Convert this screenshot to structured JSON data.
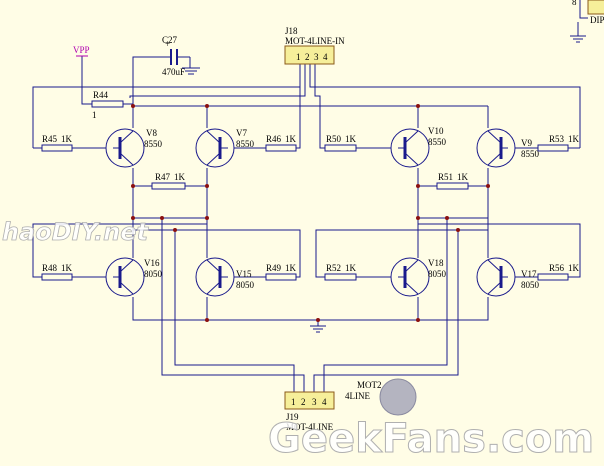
{
  "title_corner": "DIP",
  "pin_corner": "8",
  "vpp": "VPP",
  "c27": {
    "ref": "C27",
    "value": "470uF"
  },
  "r44": {
    "ref": "R44",
    "value": "1"
  },
  "j18": {
    "ref": "J18",
    "value": "MOT-4LINE-IN",
    "pins": [
      "1",
      "2",
      "3",
      "4"
    ]
  },
  "j19": {
    "ref": "J19",
    "value": "MOT-4LINE",
    "pins": [
      "1",
      "2",
      "3",
      "4"
    ]
  },
  "mot2": {
    "ref": "MOT2",
    "value": "4LINE"
  },
  "resistors": [
    {
      "ref": "R45",
      "value": "1K"
    },
    {
      "ref": "R46",
      "value": "1K"
    },
    {
      "ref": "R50",
      "value": "1K"
    },
    {
      "ref": "R53",
      "value": "1K"
    },
    {
      "ref": "R47",
      "value": "1K"
    },
    {
      "ref": "R51",
      "value": "1K"
    },
    {
      "ref": "R48",
      "value": "1K"
    },
    {
      "ref": "R49",
      "value": "1K"
    },
    {
      "ref": "R52",
      "value": "1K"
    },
    {
      "ref": "R56",
      "value": "1K"
    }
  ],
  "transistors": [
    {
      "ref": "V8",
      "part": "8550"
    },
    {
      "ref": "V7",
      "part": "8550"
    },
    {
      "ref": "V10",
      "part": "8550"
    },
    {
      "ref": "V9",
      "part": "8550"
    },
    {
      "ref": "V16",
      "part": "8050"
    },
    {
      "ref": "V15",
      "part": "8050"
    },
    {
      "ref": "V18",
      "part": "8050"
    },
    {
      "ref": "V17",
      "part": "8050"
    }
  ],
  "watermark_left": "haoDIY.net",
  "watermark_right": "GeekFans.com"
}
